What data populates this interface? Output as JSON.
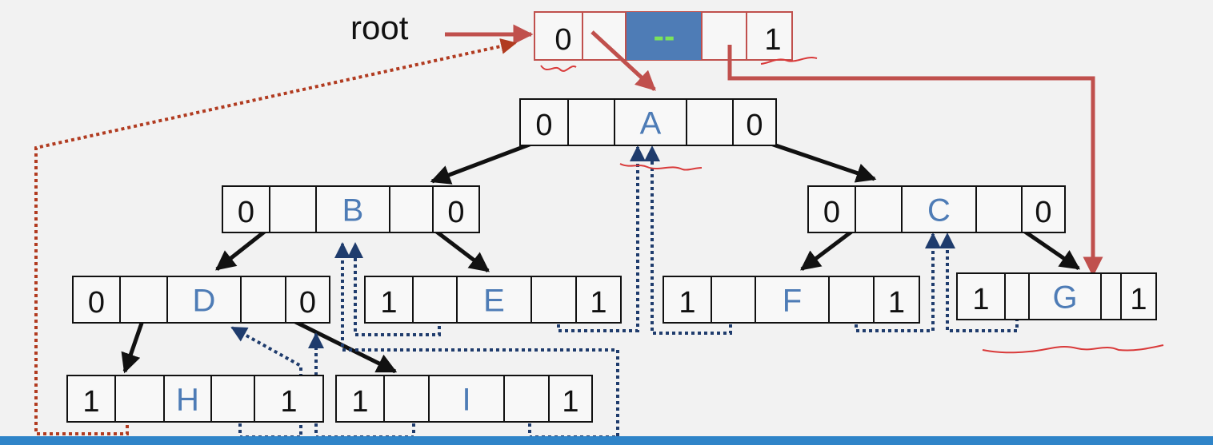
{
  "root_label": "root",
  "colors": {
    "data_letter": "#4e7cb6",
    "head_fill": "#4e7cb6",
    "head_dash": "#7ce35a",
    "red": "#c0504d",
    "annotation_red": "#d93a3a",
    "thread_blue": "#1f3c6d",
    "thread_red": "#b13b20",
    "bottom_bar": "#2f84c8"
  },
  "head_node": {
    "ltag": "0",
    "data": "--",
    "rtag": "1"
  },
  "nodes": [
    {
      "id": "A",
      "ltag": "0",
      "data": "A",
      "rtag": "0"
    },
    {
      "id": "B",
      "ltag": "0",
      "data": "B",
      "rtag": "0"
    },
    {
      "id": "C",
      "ltag": "0",
      "data": "C",
      "rtag": "0"
    },
    {
      "id": "D",
      "ltag": "0",
      "data": "D",
      "rtag": "0"
    },
    {
      "id": "E",
      "ltag": "1",
      "data": "E",
      "rtag": "1"
    },
    {
      "id": "F",
      "ltag": "1",
      "data": "F",
      "rtag": "1"
    },
    {
      "id": "G",
      "ltag": "1",
      "data": "G",
      "rtag": "1"
    },
    {
      "id": "H",
      "ltag": "1",
      "data": "H",
      "rtag": "1"
    },
    {
      "id": "I",
      "ltag": "1",
      "data": "I",
      "rtag": "1"
    }
  ]
}
